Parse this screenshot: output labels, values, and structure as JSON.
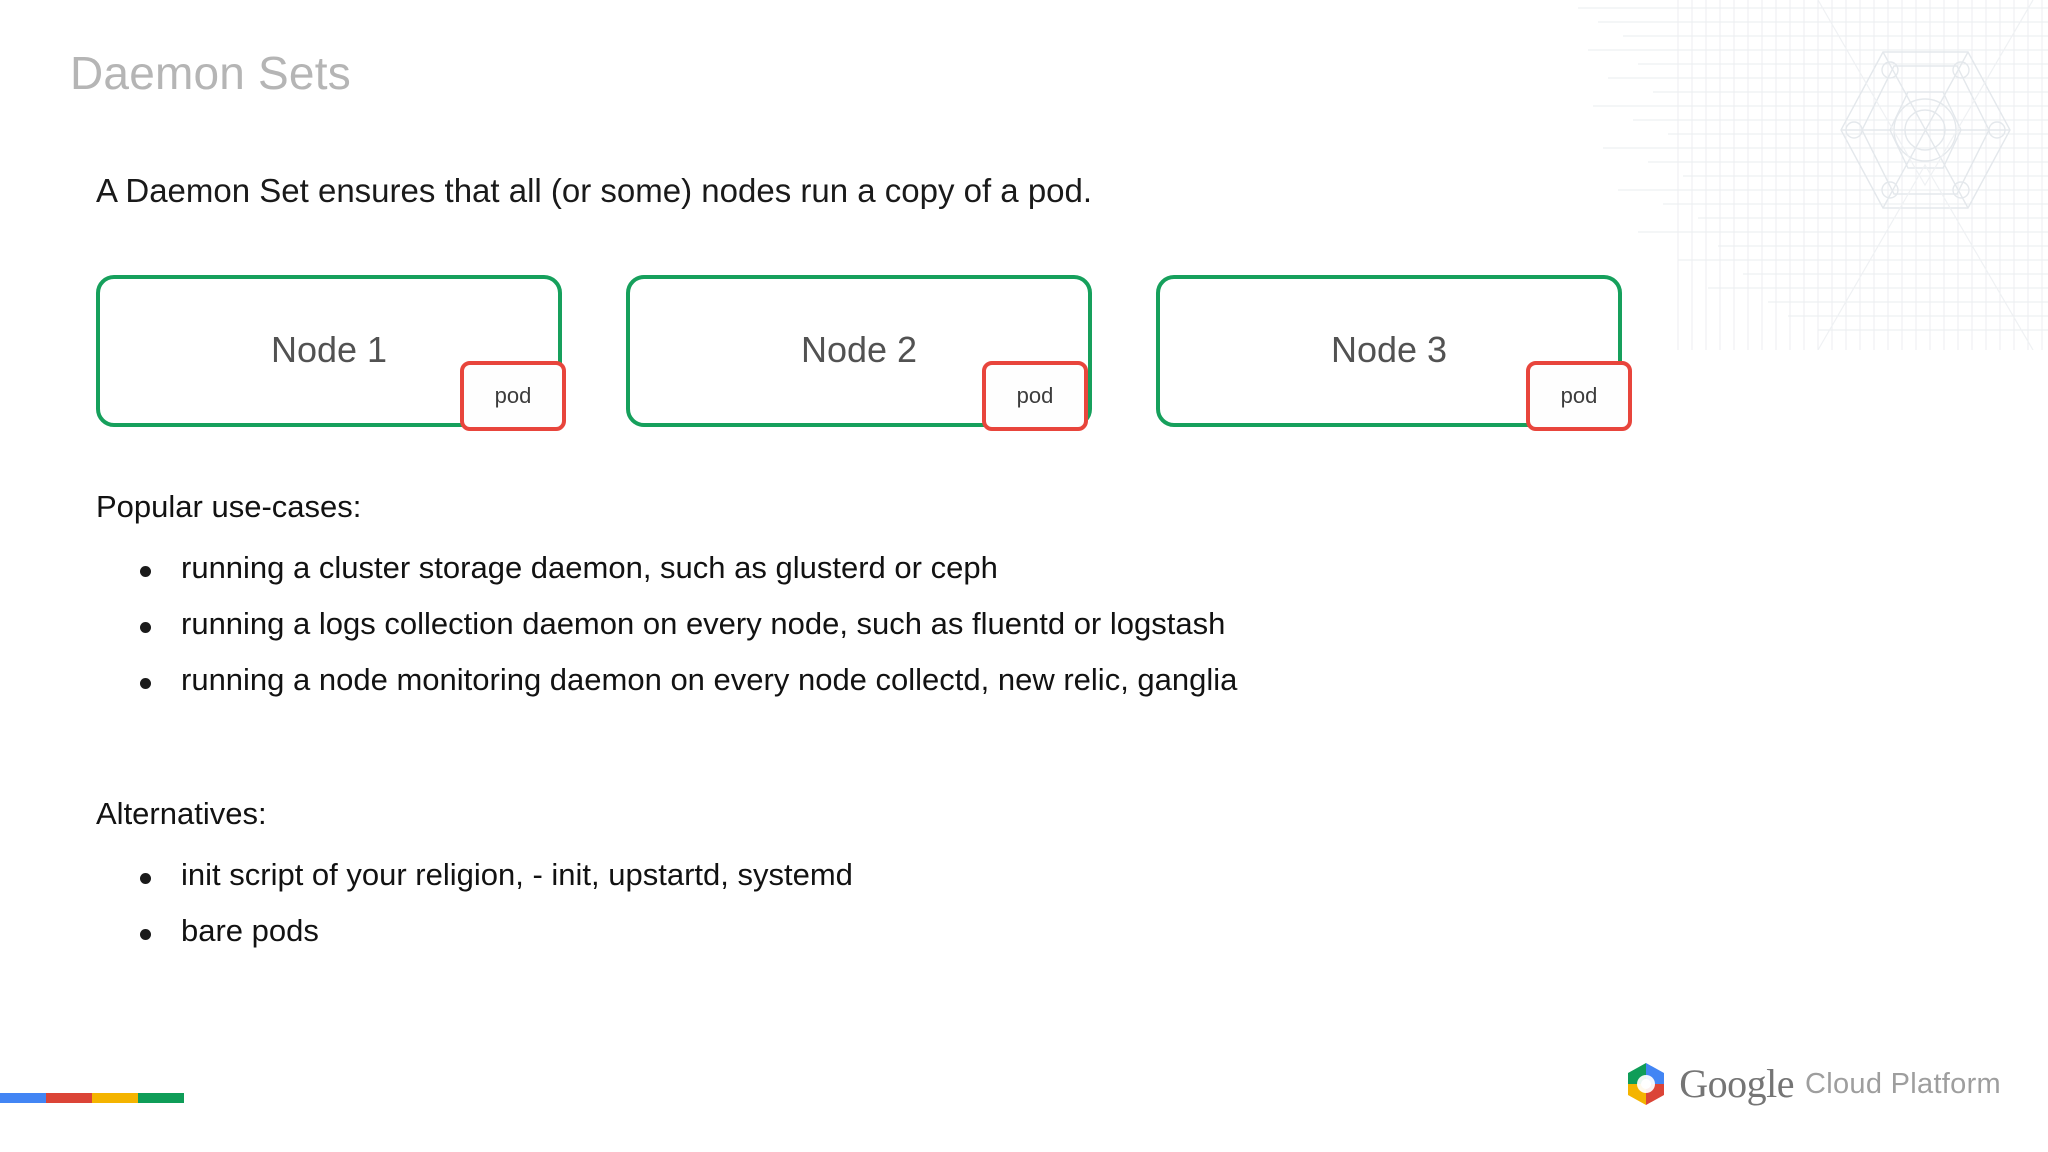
{
  "slide": {
    "title": "Daemon Sets",
    "intro": "A Daemon Set ensures that all (or some) nodes run a copy of a pod."
  },
  "diagram": {
    "nodes": [
      {
        "label": "Node 1",
        "pod": "pod"
      },
      {
        "label": "Node 2",
        "pod": "pod"
      },
      {
        "label": "Node 3",
        "pod": "pod"
      }
    ],
    "node_border_color": "#16a05c",
    "pod_border_color": "#e8453c"
  },
  "use_cases": {
    "heading": "Popular use-cases:",
    "items": [
      "running a cluster storage daemon, such as glusterd or ceph",
      "running a logs collection daemon on every node, such as fluentd or logstash",
      "running a node monitoring daemon on every node collectd, new relic, ganglia"
    ]
  },
  "alternatives": {
    "heading": "Alternatives:",
    "items": [
      "init script of your religion, - init, upstartd, systemd",
      "bare pods"
    ]
  },
  "footer": {
    "brand_primary": "Google",
    "brand_secondary": "Cloud Platform",
    "bar_colors": [
      "#4285f4",
      "#db4437",
      "#f4b400",
      "#0f9d58"
    ]
  }
}
